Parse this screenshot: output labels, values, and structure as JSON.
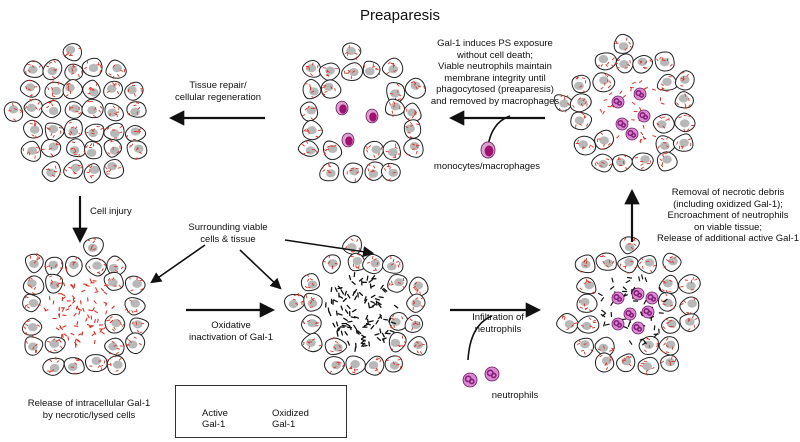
{
  "title": "Preaparesis",
  "labels": {
    "gal1_ps": "Gal-1 induces PS exposure\nwithout cell death;\nViable neutrophils maintain\nmembrane integrity until\nphagocytosed (preaparesis)\nand removed by macrophages",
    "tissue_repair": "Tissue repair/\ncellular regeneration",
    "monocytes": "monocytes/macrophages",
    "cell_injury": "Cell injury",
    "surrounding": "Surrounding viable\ncells & tissue",
    "removal": "Removal of necrotic debris\n(including oxidized Gal-1);\nEncroachment of neutrophils\non viable tissue;\nRelease of additional active Gal-1",
    "oxidative": "Oxidative\ninactivation of Gal-1",
    "infiltration": "Infiltration of\nneutrophils",
    "neutrophils": "neutrophils",
    "release": "Release of intracellular Gal-1\nby necrotic/lysed cells"
  },
  "legend": {
    "active": "Active\nGal-1",
    "oxidized": "Oxidized\nGal-1"
  },
  "colors": {
    "cell_outline": "#222222",
    "cell_fill": "#ffffff",
    "nucleus": "#b8b8b8",
    "active_gal1": "#d8342a",
    "oxidized_gal1": "#111111",
    "neutrophil_fill": "#d98ad0",
    "neutrophil_nucleus": "#8a1f7e",
    "macrophage_fill": "#c84a9e",
    "macrophage_core": "#a0106e"
  }
}
